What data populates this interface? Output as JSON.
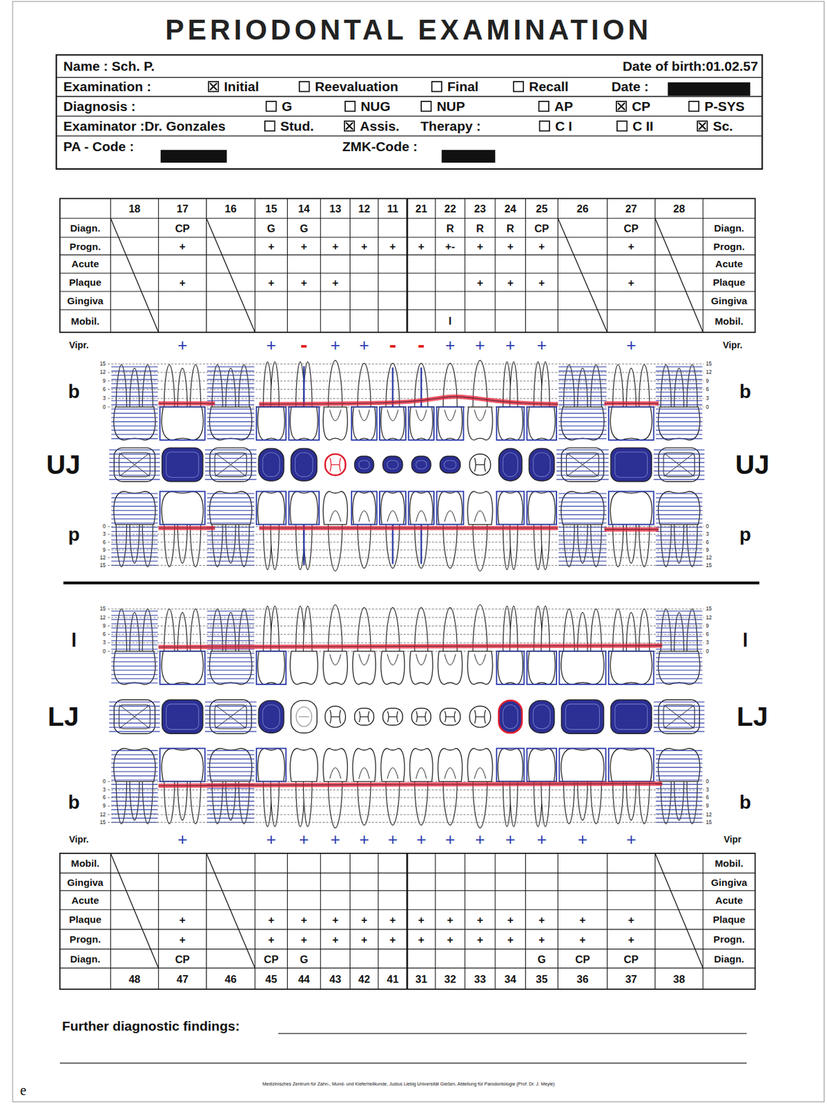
{
  "diagram": {
    "title": "PERIODONTAL EXAMINATION",
    "labels": [
      "Name : Sch. P.",
      "Date of birth:01.02.57",
      "Examination :",
      "Initial",
      "Reevaluation",
      "Final",
      "Recall",
      "Date :",
      "Diagnosis :",
      "G",
      "NUG",
      "NUP",
      "AP",
      "CP",
      "P-SYS",
      "Examinator :Dr. Gonzales",
      "Stud.",
      "Assis.",
      "Therapy :",
      "C I",
      "C II",
      "Sc.",
      "PA - Code :",
      "ZMK-Code :",
      "18",
      "17",
      "16",
      "15",
      "14",
      "13",
      "12",
      "11",
      "21",
      "22",
      "23",
      "24",
      "25",
      "26",
      "27",
      "28",
      "Diagn.",
      "Progn.",
      "Acute",
      "Plaque",
      "Gingiva",
      "Mobil.",
      "Diagn.",
      "Progn.",
      "Acute",
      "Plaque",
      "Gingiva",
      "Mobil.",
      "CP",
      "G",
      "G",
      "R",
      "R",
      "R",
      "CP",
      "CP",
      "+",
      "+",
      "+",
      "+",
      "+",
      "+",
      "+",
      "+-",
      "+",
      "+",
      "+",
      "+",
      "+",
      "+",
      "+",
      "+",
      "+",
      "+",
      "+",
      "+",
      "I",
      "Vipr.",
      "+",
      "+",
      "-",
      "+",
      "+",
      "-",
      "-",
      "+",
      "+",
      "+",
      "+",
      "+",
      "Vipr.",
      "b",
      "b",
      "15",
      "12",
      "9",
      "6",
      "3",
      "0",
      "15",
      "12",
      "9",
      "6",
      "3",
      "0",
      "UJ",
      "UJ",
      "p",
      "p",
      "0",
      "3",
      "6",
      "9",
      "12",
      "15",
      "0",
      "3",
      "6",
      "9",
      "12",
      "15",
      "15",
      "12",
      "9",
      "6",
      "3",
      "0",
      "15",
      "12",
      "9",
      "6",
      "3",
      "0",
      "l",
      "l",
      "LJ",
      "LJ",
      "b",
      "b",
      "0",
      "3",
      "6",
      "9",
      "12",
      "15",
      "0",
      "3",
      "6",
      "9",
      "12",
      "15",
      "Vipr.",
      "+",
      "+",
      "+",
      "+",
      "+",
      "+",
      "+",
      "+",
      "+",
      "+",
      "+",
      "+",
      "+",
      "Vipr",
      "Mobil.",
      "Gingiva",
      "Acute",
      "Plaque",
      "Progn.",
      "Diagn.",
      "Mobil.",
      "Gingiva",
      "Acute",
      "Plaque",
      "Progn.",
      "Diagn.",
      "+",
      "+",
      "+",
      "+",
      "+",
      "+",
      "+",
      "+",
      "+",
      "+",
      "+",
      "+",
      "+",
      "+",
      "+",
      "+",
      "+",
      "+",
      "+",
      "+",
      "+",
      "+",
      "+",
      "+",
      "+",
      "+",
      "CP",
      "CP",
      "G",
      "G",
      "CP",
      "CP",
      "48",
      "47",
      "46",
      "45",
      "44",
      "43",
      "42",
      "41",
      "31",
      "32",
      "33",
      "34",
      "35",
      "36",
      "37",
      "38",
      "Further diagnostic findings:",
      "Medizinisches Zentrum für Zahn-, Mund- und Kieferheilkunde, Justus Liebig Universität Gießen, Abteilung für Parodontologie (Prof. Dr. J. Meyle)",
      "e"
    ]
  }
}
